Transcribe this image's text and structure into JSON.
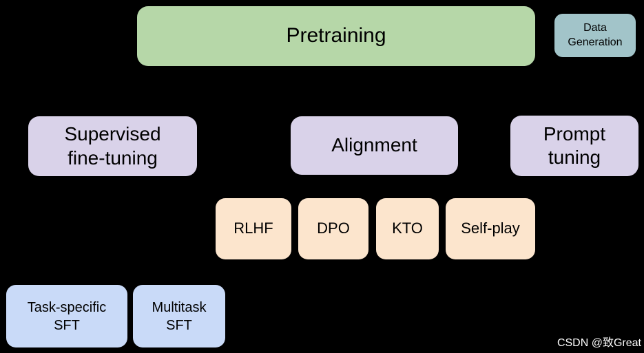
{
  "canvas": {
    "background": "#000000"
  },
  "nodes": {
    "pretraining": {
      "label": "Pretraining",
      "color": "#b6d7a8"
    },
    "data_generation": {
      "label": "Data\nGeneration",
      "color": "#a2c4c9"
    },
    "supervised": {
      "label": "Supervised\nfine-tuning",
      "color": "#d9d2e9"
    },
    "alignment": {
      "label": "Alignment",
      "color": "#d9d2e9"
    },
    "prompt_tuning": {
      "label": "Prompt\ntuning",
      "color": "#d9d2e9"
    },
    "rlhf": {
      "label": "RLHF",
      "color": "#fce5cd"
    },
    "dpo": {
      "label": "DPO",
      "color": "#fce5cd"
    },
    "kto": {
      "label": "KTO",
      "color": "#fce5cd"
    },
    "self_play": {
      "label": "Self-play",
      "color": "#fce5cd"
    },
    "task_specific_sft": {
      "label": "Task-specific\nSFT",
      "color": "#c9daf8"
    },
    "multitask_sft": {
      "label": "Multitask\nSFT",
      "color": "#c9daf8"
    }
  },
  "watermark": {
    "text": "CSDN @致Great"
  }
}
